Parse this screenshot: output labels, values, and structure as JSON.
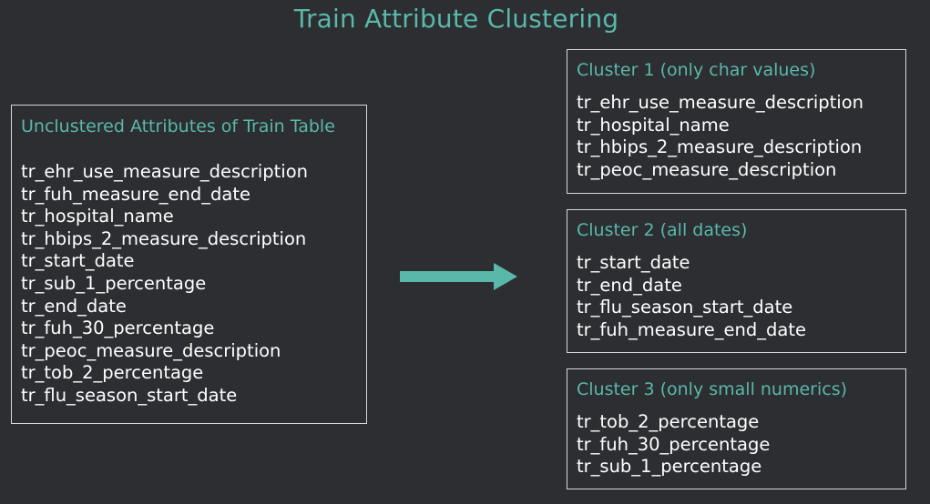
{
  "title": "Train Attribute Clustering",
  "unclustered": {
    "heading": "Unclustered Attributes of Train Table",
    "items": [
      "tr_ehr_use_measure_description",
      "tr_fuh_measure_end_date",
      "tr_hospital_name",
      "tr_hbips_2_measure_description",
      "tr_start_date",
      "tr_sub_1_percentage",
      "tr_end_date",
      "tr_fuh_30_percentage",
      "tr_peoc_measure_description",
      "tr_tob_2_percentage",
      "tr_flu_season_start_date"
    ]
  },
  "clusters": [
    {
      "heading": "Cluster 1 (only char values)",
      "items": [
        "tr_ehr_use_measure_description",
        "tr_hospital_name",
        "tr_hbips_2_measure_description",
        "tr_peoc_measure_description"
      ]
    },
    {
      "heading": "Cluster 2 (all dates)",
      "items": [
        "tr_start_date",
        "tr_end_date",
        "tr_flu_season_start_date",
        "tr_fuh_measure_end_date"
      ]
    },
    {
      "heading": "Cluster 3 (only small numerics)",
      "items": [
        "tr_tob_2_percentage",
        "tr_fuh_30_percentage",
        "tr_sub_1_percentage"
      ]
    }
  ],
  "colors": {
    "background": "#2c2e31",
    "accent": "#5ab8aa",
    "text": "#ffffff",
    "border": "#d9d9d9"
  },
  "icons": {
    "arrow": "right-arrow-icon"
  }
}
